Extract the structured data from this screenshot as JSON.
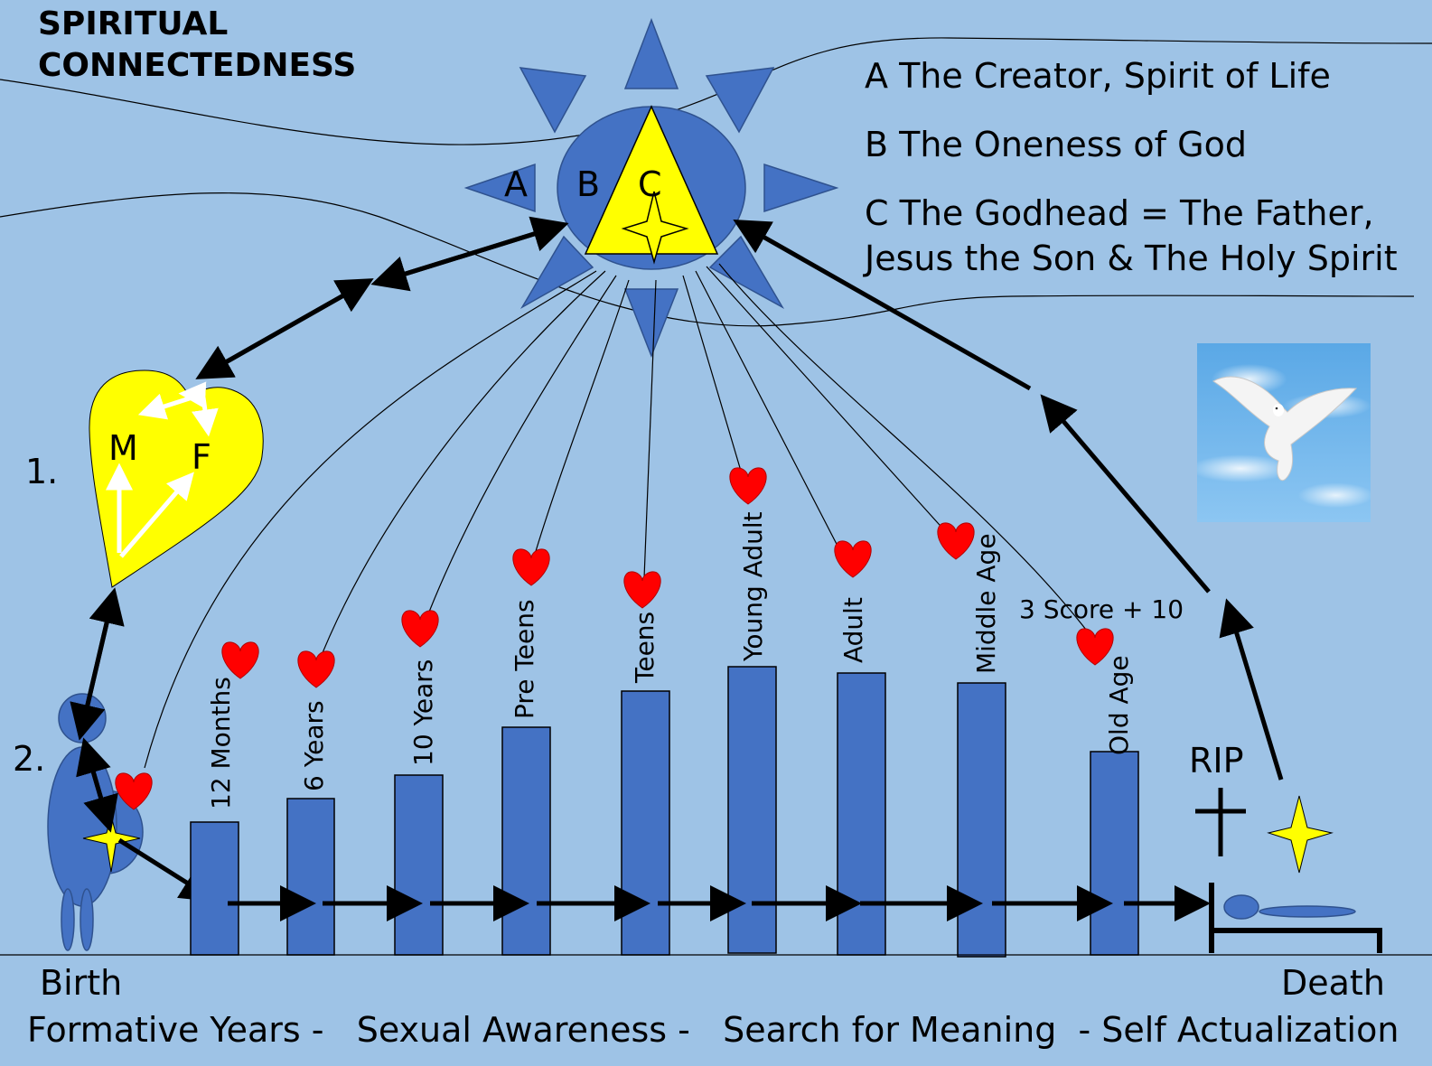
{
  "title": {
    "line1": "SPIRITUAL",
    "line2": "CONNECTEDNESS"
  },
  "center_letters": {
    "a": "A",
    "b": "B",
    "c": "C"
  },
  "legend": {
    "a": "A  The Creator, Spirit of Life",
    "b": "B  The Oneness of God",
    "c1": "C  The Godhead = The Father,",
    "c2": "Jesus the Son & The Holy Spirit"
  },
  "heart_labels": {
    "mother": "M",
    "father": "F"
  },
  "markers": {
    "one": "1.",
    "two": "2."
  },
  "stages": [
    {
      "label": "12 Months"
    },
    {
      "label": "6 Years"
    },
    {
      "label": "10 Years"
    },
    {
      "label": "Pre Teens"
    },
    {
      "label": "Teens"
    },
    {
      "label": "Young Adult"
    },
    {
      "label": "Adult"
    },
    {
      "label": "Middle Age"
    },
    {
      "label": "Old Age"
    }
  ],
  "score_label": "3 Score + 10",
  "rip_label": "RIP",
  "timeline": {
    "start": "Birth",
    "end": "Death"
  },
  "phases": "Formative Years -   Sexual Awareness -   Search for Meaning  - Self Actualization",
  "colors": {
    "background": "#9ec3e6",
    "shape_blue": "#4472c4",
    "yellow": "#ffff00",
    "heart_red": "#ff0000"
  },
  "icons": [
    "heart-icon",
    "star-icon",
    "cross-icon",
    "dove-image",
    "sun-icon",
    "bed-icon"
  ]
}
